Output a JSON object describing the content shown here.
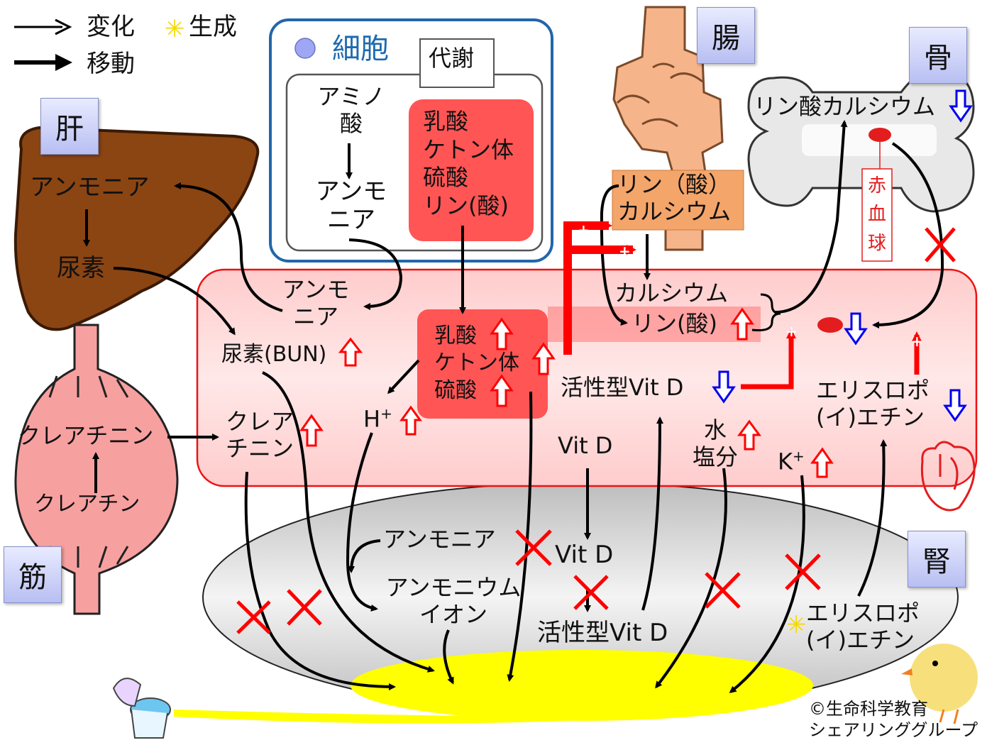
{
  "legend": {
    "change": "変化",
    "generate": "生成",
    "move": "移動"
  },
  "organs": {
    "liver": "肝",
    "muscle": "筋",
    "intestine": "腸",
    "bone": "骨",
    "kidney": "腎"
  },
  "cell": {
    "title": "細胞",
    "metabolism": "代謝",
    "amino_acid": "アミノ\n酸",
    "ammonia": "アンモ\nニア",
    "acids": "乳酸\nケトン体\n硫酸\nリン(酸)"
  },
  "liver": {
    "ammonia": "アンモニア",
    "urea": "尿素"
  },
  "muscle": {
    "creatinine": "クレアチニン",
    "creatine": "クレアチン"
  },
  "intestine": {
    "label": "リン（酸）\nカルシウム"
  },
  "bone": {
    "calcium_phosphate": "リン酸カルシウム",
    "rbc": "赤\n血\n球"
  },
  "blood": {
    "ammonia": "アンモ\nニア",
    "urea": "尿素(BUN)",
    "creatinine": "クレア\nチニン",
    "hplus_base": "H",
    "hplus_sup": "+",
    "acids": "乳酸\nケトン体\n硫酸",
    "calcium": "カルシウム",
    "phosphate": "リン(酸)",
    "active_vitd": "活性型Vit D",
    "vitd": "Vit D",
    "water_salt": "水\n塩分",
    "k_base": "K",
    "k_sup": "+",
    "epo": "エリスロポ\n(イ)エチン"
  },
  "kidney": {
    "ammonia": "アンモニア",
    "ammonium": "アンモニウム\nイオン",
    "vitd": "Vit D",
    "active_vitd": "活性型Vit D",
    "epo": "エリスロポ\n(イ)エチン"
  },
  "credit": "©生命科学教育\nシェアリンググループ",
  "colors": {
    "blood": "#ffd6d6",
    "blood_border": "#ee1111",
    "acid_box": "#ff5555",
    "liver": "#8b4513",
    "muscle": "#f7a0a0",
    "urine": "#ffff00",
    "kidney": "#d0d0d0",
    "cell_border": "#2266aa",
    "increase": "#ff0000",
    "decrease": "#0000ee"
  }
}
